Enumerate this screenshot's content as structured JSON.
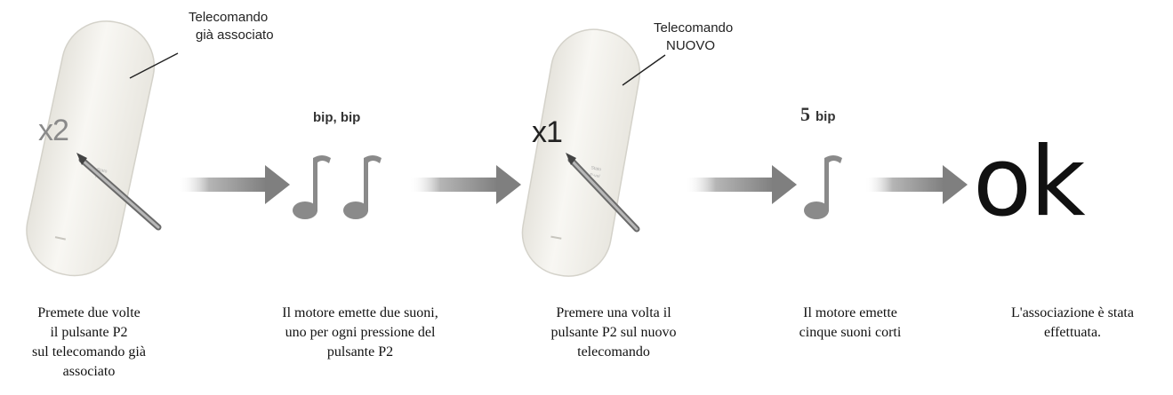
{
  "steps": [
    {
      "callout": [
        "Telecomando",
        "già associato"
      ],
      "multiplier": "x2",
      "caption": [
        "Premete due volte",
        "il pulsante P2",
        "sul telecomando già",
        "associato"
      ]
    },
    {
      "beep_label": "bip, bip",
      "caption": [
        "Il motore emette due suoni,",
        "uno per ogni pressione del",
        "pulsante P2"
      ]
    },
    {
      "callout": [
        "Telecomando",
        "NUOVO"
      ],
      "multiplier": "x1",
      "caption": [
        "Premere una volta il",
        "pulsante P2 sul nuovo",
        "telecomando"
      ]
    },
    {
      "beep_count": "5",
      "beep_word": "bip",
      "caption": [
        "Il motore emette",
        "cinque suoni corti"
      ]
    },
    {
      "result": "ok",
      "caption": [
        "L'associazione è stata",
        "effettuata."
      ]
    }
  ],
  "icons": {
    "remote": "remote-control-icon",
    "pen": "stylus-icon",
    "note": "musical-note-icon",
    "arrow": "right-arrow-icon"
  },
  "colors": {
    "remote_body": "#f3f2ee",
    "remote_outline": "#d8d6cf",
    "multiplier_x2": "#8a8a8a",
    "multiplier_x1": "#222222",
    "arrow": "#8c8c8c",
    "note": "#8a8a8a"
  }
}
